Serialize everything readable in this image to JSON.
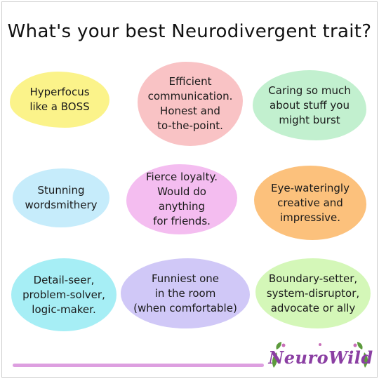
{
  "title": "What's your best Neurodivergent trait?",
  "traits": [
    {
      "lines": [
        "Hyperfocus",
        "like a BOSS"
      ],
      "color": "#fbf38a"
    },
    {
      "lines": [
        "Efficient",
        "communication.",
        "Honest and",
        "to-the-point."
      ],
      "color": "#f9c3c5"
    },
    {
      "lines": [
        "Caring so much",
        "about stuff you",
        "might burst"
      ],
      "color": "#c2f0cf"
    },
    {
      "lines": [
        "Stunning",
        "wordsmithery"
      ],
      "color": "#c6ecfb"
    },
    {
      "lines": [
        "Fierce loyalty.",
        "Would do anything",
        "for friends."
      ],
      "color": "#f4bdf0"
    },
    {
      "lines": [
        "Eye-wateringly",
        "creative and",
        "impressive."
      ],
      "color": "#fcc17c"
    },
    {
      "lines": [
        "Detail-seer,",
        "problem-solver,",
        "logic-maker."
      ],
      "color": "#a6eef5"
    },
    {
      "lines": [
        "Funniest one",
        "in the room",
        "(when comfortable)"
      ],
      "color": "#d0c8f7"
    },
    {
      "lines": [
        "Boundary-setter,",
        "system-disruptor,",
        "advocate or ally"
      ],
      "color": "#d4f7b8"
    }
  ],
  "logo": {
    "text": "NeuroWild",
    "text_color": "#8b3fa3",
    "leaf_color": "#5c9a3c",
    "flower_color": "#c86fb8"
  },
  "footer_line_color": "#dd9fe0"
}
